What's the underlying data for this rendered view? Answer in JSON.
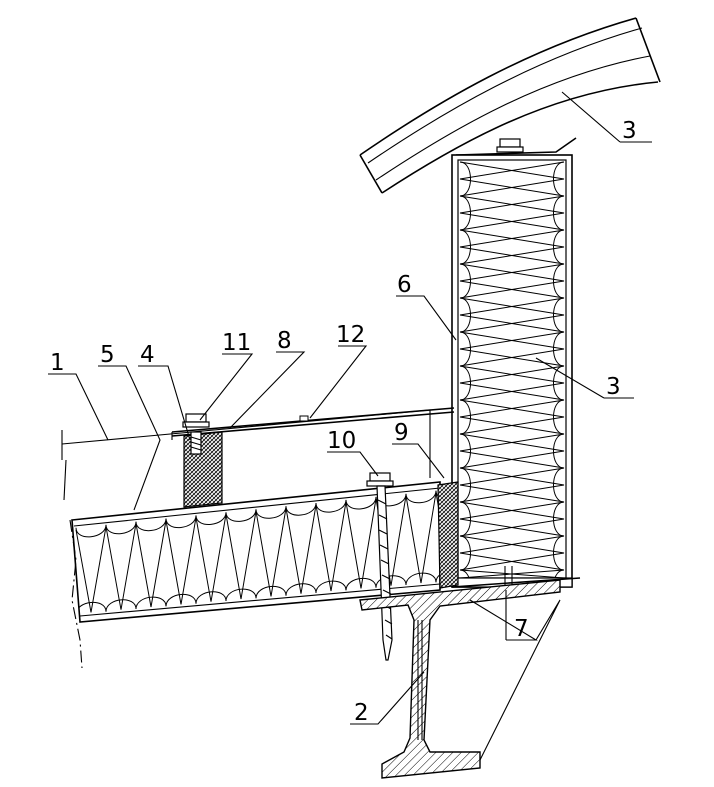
{
  "callouts": [
    {
      "id": "callout-1",
      "text": "1"
    },
    {
      "id": "callout-2",
      "text": "2"
    },
    {
      "id": "callout-3-top",
      "text": "3"
    },
    {
      "id": "callout-3-mid",
      "text": "3"
    },
    {
      "id": "callout-4",
      "text": "4"
    },
    {
      "id": "callout-5",
      "text": "5"
    },
    {
      "id": "callout-6",
      "text": "6"
    },
    {
      "id": "callout-7",
      "text": "7"
    },
    {
      "id": "callout-8",
      "text": "8"
    },
    {
      "id": "callout-9",
      "text": "9"
    },
    {
      "id": "callout-10",
      "text": "10"
    },
    {
      "id": "callout-11",
      "text": "11"
    },
    {
      "id": "callout-12",
      "text": "12"
    }
  ],
  "colors": {
    "line": "#000000",
    "background": "#ffffff",
    "hatch": "#000000"
  }
}
